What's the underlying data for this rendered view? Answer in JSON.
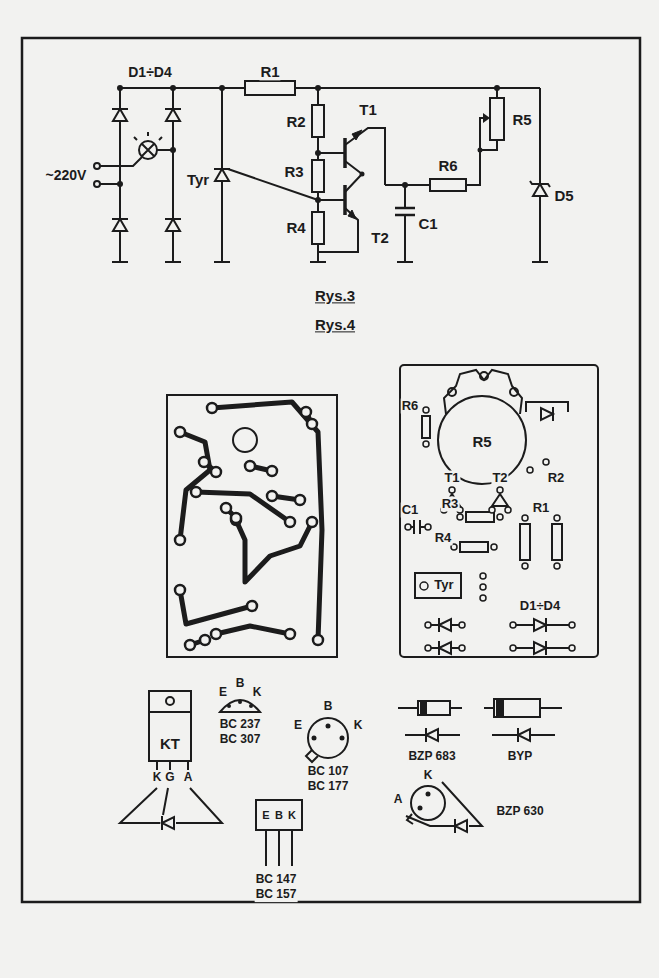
{
  "diagram": {
    "nodes": [
      {
        "text": [
          "Tyr"
        ]
      },
      {
        "text": [
          "KT"
        ]
      }
    ],
    "labels": [
      "R1",
      "D1÷D4",
      "~220V",
      "Tyr",
      "R2",
      "T1",
      "R3",
      "T2",
      "R4",
      "R6",
      "R5",
      "C1",
      "D5",
      "Rys.3",
      "Rys.4",
      "R6",
      "R5",
      "R2",
      "T1",
      "T2",
      "C1",
      "R3",
      "R4",
      "R1",
      "D1÷D4",
      "K",
      "G",
      "A",
      "E",
      "B",
      "K",
      "BC 237",
      "BC 307",
      "B",
      "E",
      "K",
      "BC 107",
      "BC 177",
      "BZP 683",
      "BYP",
      "E",
      "B",
      "K",
      "BC 147",
      "BC 157",
      "K",
      "A",
      "BZP 630"
    ]
  }
}
